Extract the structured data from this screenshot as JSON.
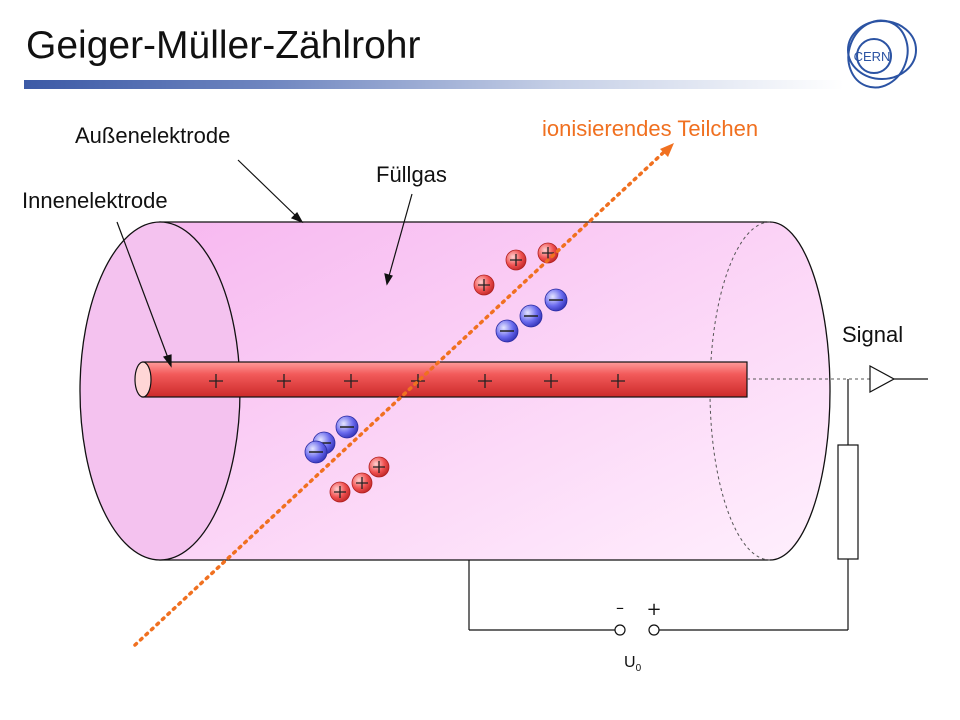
{
  "title": "Geiger-Müller-Zählrohr",
  "logo_text": "CERN",
  "labels": {
    "outer_electrode": "Außenelektrode",
    "inner_electrode": "Innenelektrode",
    "fill_gas": "Füllgas",
    "particle": "ionisierendes Teilchen",
    "signal": "Signal",
    "voltage_symbol": "U",
    "voltage_subscript": "0"
  },
  "terminal_signs": {
    "minus": "–",
    "plus": "+"
  },
  "colors": {
    "accent_title_bar": "#3c5aa6",
    "tube_fill": "#f8c2f2",
    "anode_fill": "#f04848",
    "positive_ion": "#f05050",
    "electron": "#5a5ae8",
    "particle_track": "#f07020"
  },
  "icons": {
    "logo": "cern-logo",
    "amplifier": "amplifier-triangle-symbol",
    "resistor": "resistor-symbol",
    "voltage_source": "voltage-terminals"
  }
}
